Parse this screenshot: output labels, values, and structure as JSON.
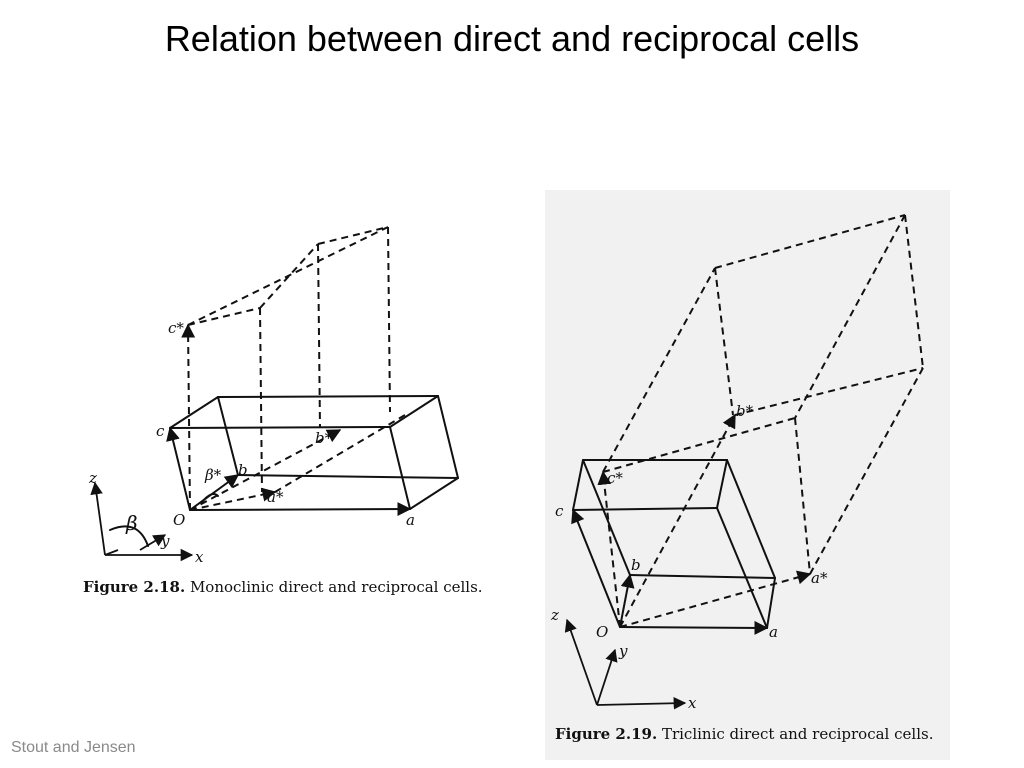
{
  "slide": {
    "title": "Relation between direct and reciprocal cells",
    "credit": "Stout and Jensen"
  },
  "figure_1": {
    "caption_number": "Figure 2.18.",
    "caption_text": "Monoclinic direct and reciprocal cells.",
    "labels": {
      "origin": "O",
      "a": "a",
      "b": "b",
      "c": "c",
      "a_star": "a*",
      "b_star": "b*",
      "c_star": "c*",
      "beta_star": "β*",
      "beta": "β",
      "x": "x",
      "y": "y",
      "z": "z"
    }
  },
  "figure_2": {
    "caption_number": "Figure 2.19.",
    "caption_text": "Triclinic direct and reciprocal cells.",
    "labels": {
      "origin": "O",
      "a": "a",
      "b": "b",
      "c": "c",
      "a_star": "a*",
      "b_star": "b*",
      "c_star": "c*",
      "x": "x",
      "y": "y",
      "z": "z"
    }
  }
}
